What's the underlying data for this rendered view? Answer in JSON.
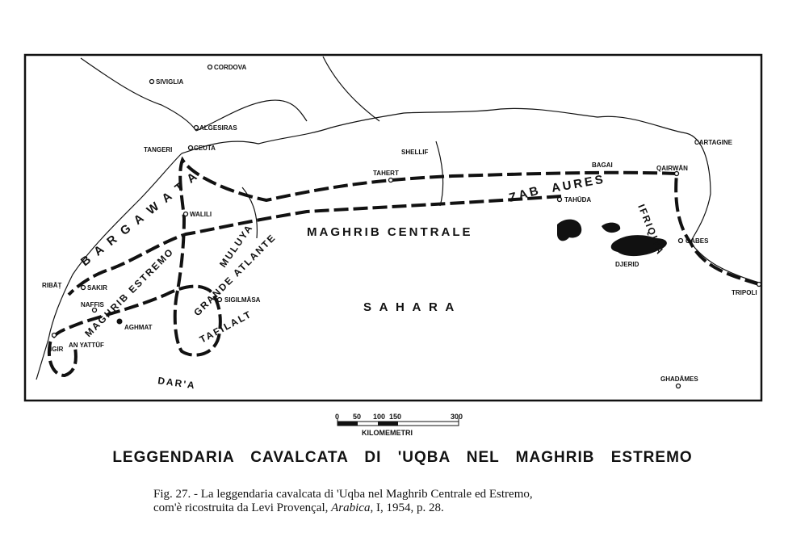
{
  "map": {
    "cities": {
      "cordova": "CORDOVA",
      "siviglia": "SIVIGLIA",
      "algesiras": "ALGESIRAS",
      "tangeri": "TANGERI",
      "ceuta": "CEUTA",
      "walili": "WALILI",
      "ribat": "RIBĀṬ",
      "sakir": "SAKIR",
      "naffis": "NAFFIS",
      "aghmat": "AGHMAT",
      "igir": "IGIR",
      "an_yattuf": "AN YATTŪF",
      "sigilmasa": "SIGILMĀSA",
      "tahert": "TAHERT",
      "shellif": "SHELLIF",
      "bagai": "BAGAI",
      "qairwan": "QAIRWĀN",
      "cartagine": "CARTAGINE",
      "tahuda": "TAHŪDA",
      "gabes": "GABES",
      "djerid": "DJERID",
      "tripoli": "TRIPOLI",
      "ghadames": "GHADĀMES"
    },
    "regions": {
      "bargawata": "B A R G A W A T A",
      "maghrib_estremo": "MAGHRIB ESTREMO",
      "maghrib_centrale": "MAGHRIB CENTRALE",
      "sahara": "S A H A R A",
      "zab": "ZAB",
      "aures": "AURES",
      "ifriqiya": "IFRIQIYA",
      "muluya": "MULUYA",
      "grande_atlante": "GRANDE ATLANTE",
      "tafilalt": "TAFILALT",
      "dara": "DAR'A"
    },
    "scale": {
      "ticks": [
        "0",
        "50",
        "100",
        "150",
        "300"
      ],
      "unit": "KILOMEMETRI"
    }
  },
  "title": "LEGGENDARIA CAVALCATA DI 'UQBA NEL MAGHRIB ESTREMO",
  "caption": {
    "line1": "Fig. 27. - La leggendaria cavalcata di 'Uqba nel Maghrib Centrale ed Estremo,",
    "line2_prefix": "com'è ricostruita da Levi Provençal, ",
    "line2_italic": "Arabica",
    "line2_suffix": ", I, 1954, p. 28."
  },
  "colors": {
    "ink": "#111111",
    "paper": "#ffffff"
  }
}
